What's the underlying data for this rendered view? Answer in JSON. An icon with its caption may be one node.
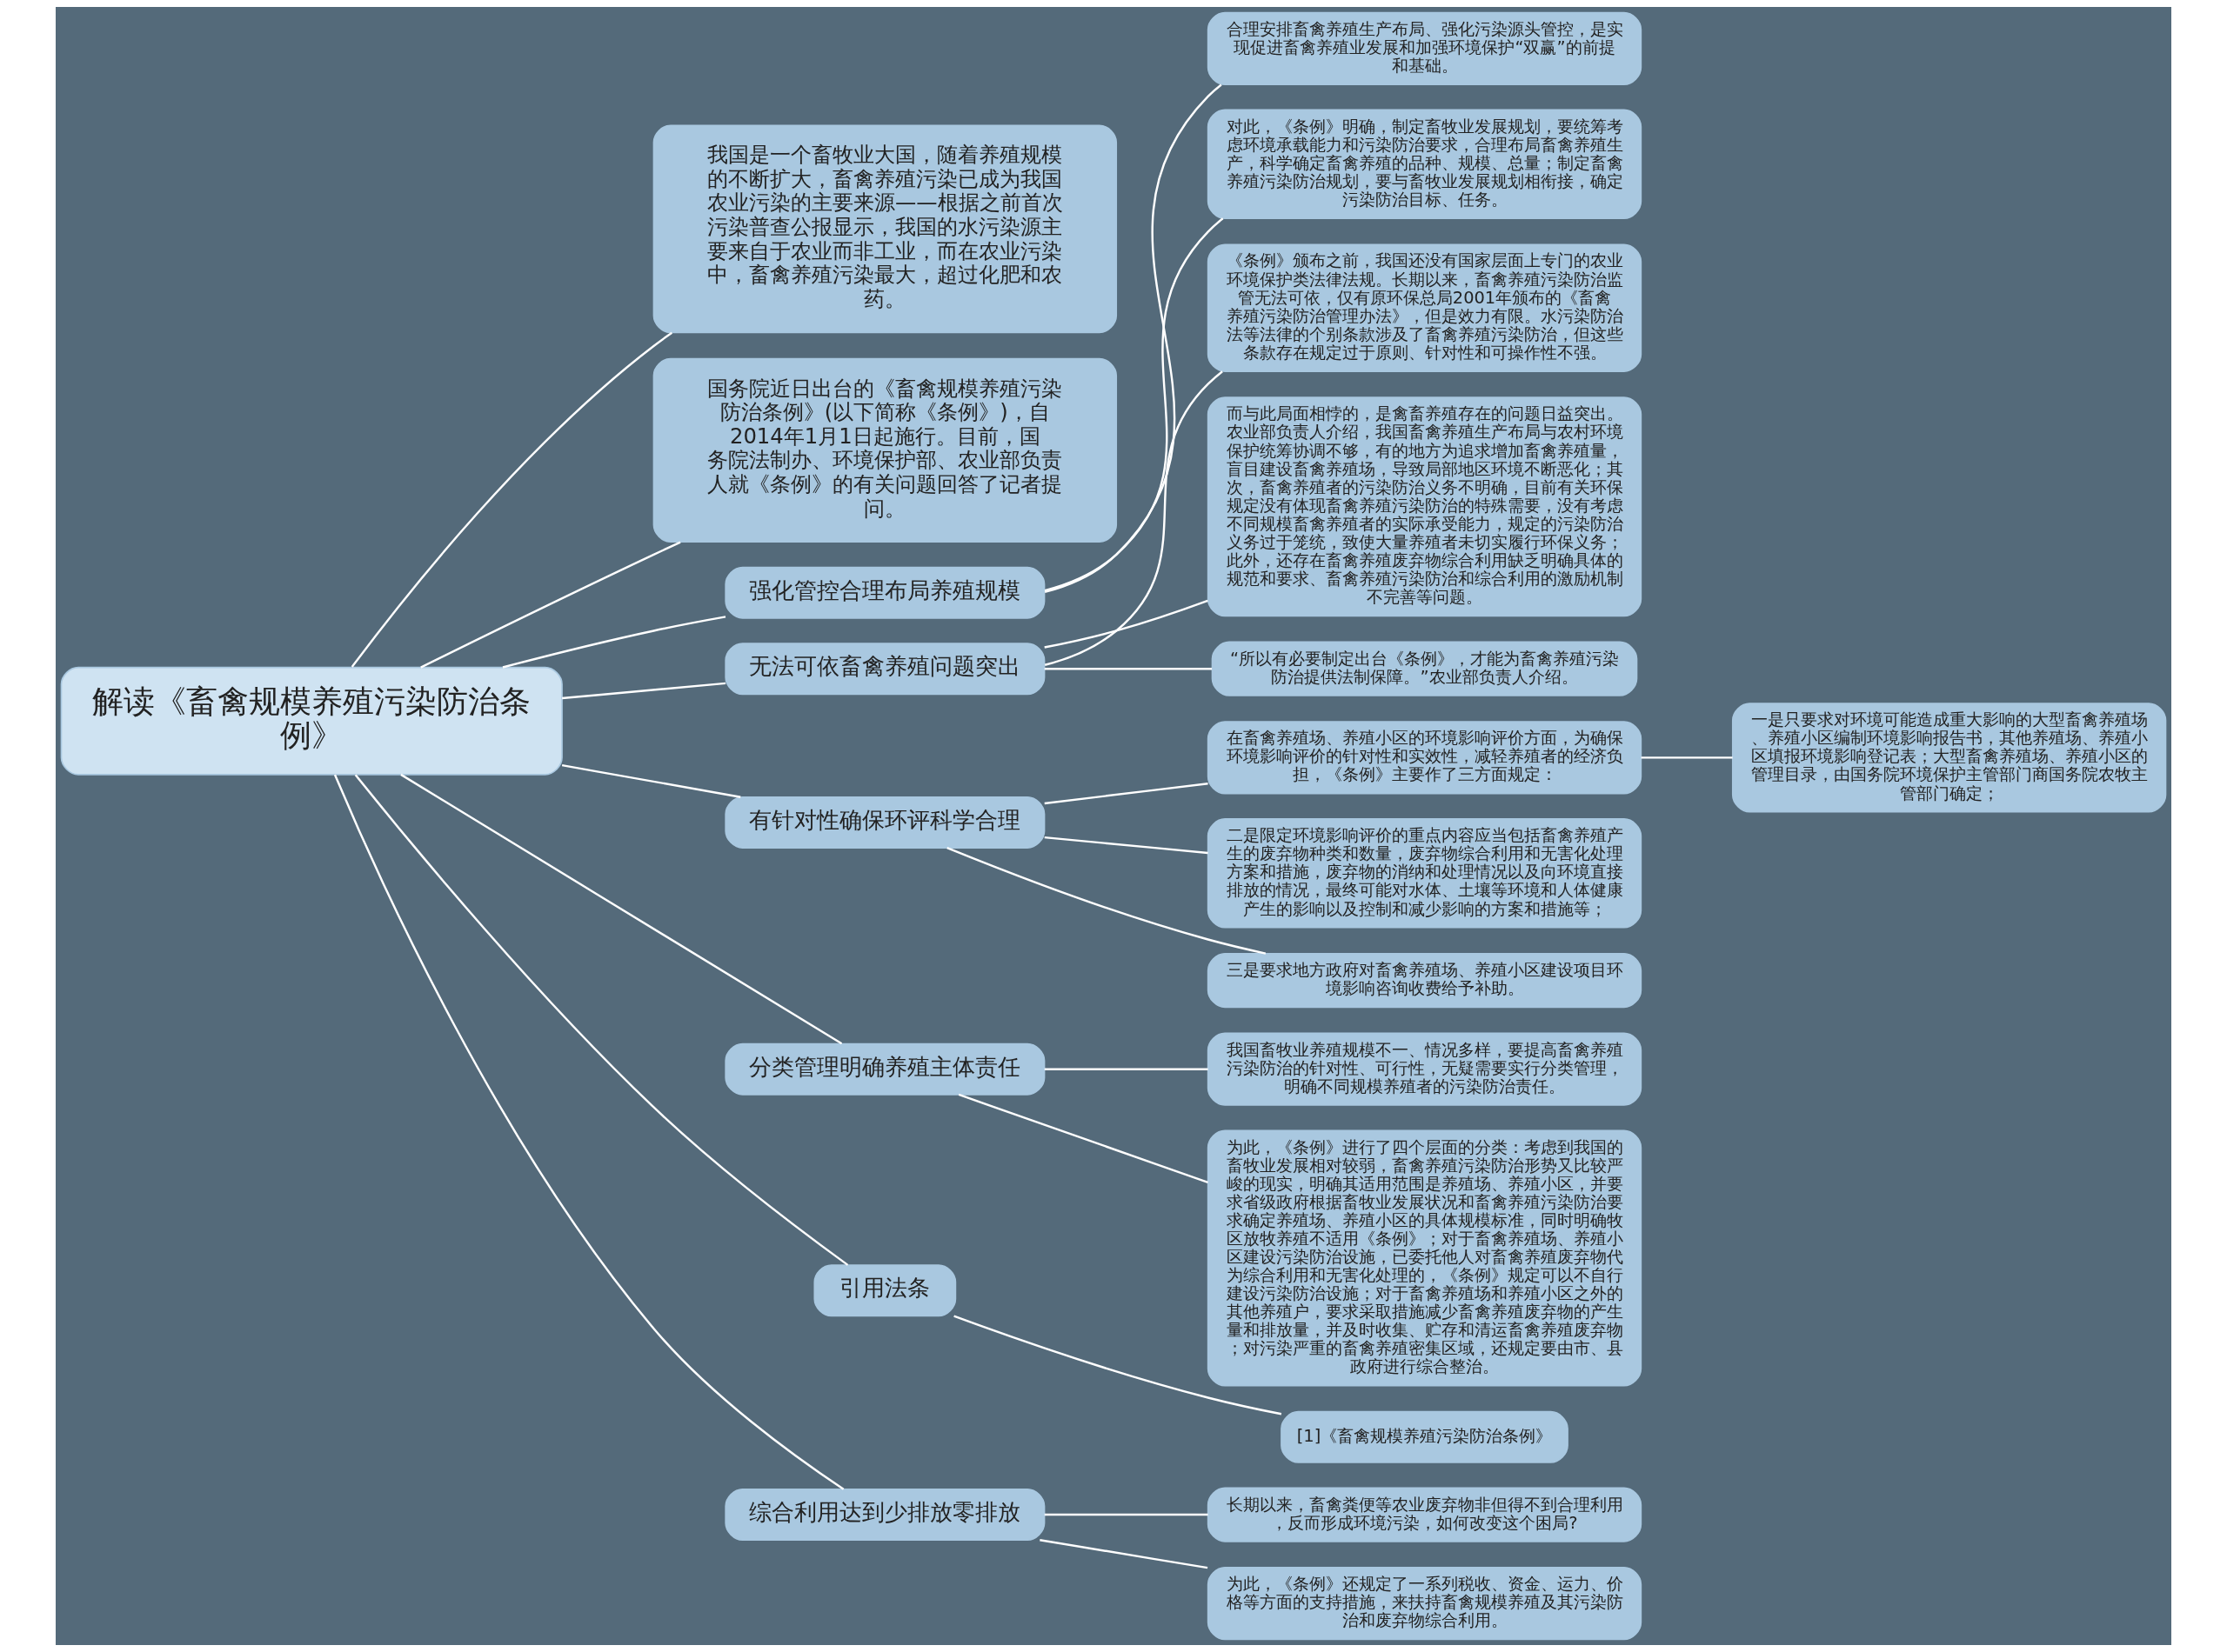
{
  "diagram": {
    "nodes": [
      {
        "text": [
          "解读《畜禽规模养殖污染防治条例》"
        ]
      },
      {
        "text": [
          "我国是一个畜牧业大国，随着养殖规模的不断扩大，畜禽养殖污染已成为我国农业污染的主要来源——根据之前首次污染普查公报显示，我国的水污染源主要来自于农业而非工业，而在农业污染中，畜禽养殖污染最大，超过化肥和农药。"
        ]
      },
      {
        "text": [
          "国务院近日出台的《畜禽规模养殖污染防治条例》(以下简称《条例》)，自2014年1月1日起施行。目前，国务院法制办、环境保护部、农业部负责人就《条例》的有关问题回答了记者提问。"
        ]
      },
      {
        "text": [
          "强化管控合理布局养殖规模"
        ]
      },
      {
        "text": [
          "合理安排畜禽养殖生产布局、强化污染源头管控，是实现促进畜禽养殖业发展和加强环境保护“双赢”的前提和基础。"
        ]
      },
      {
        "text": [
          "对此，《条例》明确，制定畜牧业发展规划，要统筹考虑环境承载能力和污染防治要求，合理布局畜禽养殖生产，科学确定畜禽养殖的品种、规模、总量；制定畜禽养殖污染防治规划，要与畜牧业发展规划相衔接，确定污染防治目标、任务。"
        ]
      },
      {
        "text": [
          "无法可依畜禽养殖问题突出"
        ]
      },
      {
        "text": [
          "《条例》颁布之前，我国还没有国家层面上专门的农业环境保护类法律法规。长期以来，畜禽养殖污染防治监管无法可依，仅有原环保总局2001年颁布的《畜禽养殖污染防治管理办法》，但是效力有限。水污染防治法等法律的个别条款涉及了畜禽养殖污染防治，但这些条款存在规定过于原则、针对性和可操作性不强。"
        ]
      },
      {
        "text": [
          "而与此局面相悖的，是禽畜养殖存在的问题日益突出。农业部负责人介绍，我国畜禽养殖生产布局与农村环境保护统筹协调不够，有的地方为追求增加畜禽养殖量，盲目建设畜禽养殖场，导致局部地区环境不断恶化；其次，畜禽养殖者的污染防治义务不明确，目前有关环保规定没有体现畜禽养殖污染防治的特殊需要，没有考虑不同规模畜禽养殖者的实际承受能力，规定的污染防治义务过于笼统，致使大量养殖者未切实履行环保义务；此外，还存在畜禽养殖废弃物综合利用缺乏明确具体的规范和要求、畜禽养殖污染防治和综合利用的激励机制不完善等问题。"
        ]
      },
      {
        "text": [
          "“所以有必要制定出台《条例》，才能为畜禽养殖污染防治提供法制保障。”农业部负责人介绍。"
        ]
      },
      {
        "text": [
          "有针对性确保环评科学合理"
        ]
      },
      {
        "text": [
          "在畜禽养殖场、养殖小区的环境影响评价方面，为确保环境影响评价的针对性和实效性，减轻养殖者的经济负担，《条例》主要作了三方面规定："
        ]
      },
      {
        "text": [
          "一是只要求对环境可能造成重大影响的大型畜禽养殖场、养殖小区编制环境影响报告书，其他养殖场、养殖小区填报环境影响登记表；大型畜禽养殖场、养殖小区的管理目录，由国务院环境保护主管部门商国务院农牧主管部门确定；"
        ]
      },
      {
        "text": [
          "二是限定环境影响评价的重点内容应当包括畜禽养殖产生的废弃物种类和数量，废弃物综合利用和无害化处理方案和措施，废弃物的消纳和处理情况以及向环境直接排放的情况，最终可能对水体、土壤等环境和人体健康产生的影响以及控制和减少影响的方案和措施等；"
        ]
      },
      {
        "text": [
          "三是要求地方政府对畜禽养殖场、养殖小区建设项目环境影响咨询收费给予补助。"
        ]
      },
      {
        "text": [
          "分类管理明确养殖主体责任"
        ]
      },
      {
        "text": [
          "我国畜牧业养殖规模不一、情况多样，要提高畜禽养殖污染防治的针对性、可行性，无疑需要实行分类管理，明确不同规模养殖者的污染防治责任。"
        ]
      },
      {
        "text": [
          "为此，《条例》进行了四个层面的分类：考虑到我国的畜牧业发展相对较弱，畜禽养殖污染防治形势又比较严峻的现实，明确其适用范围是养殖场、养殖小区，并要求省级政府根据畜牧业发展状况和畜禽养殖污染防治要求确定养殖场、养殖小区的具体规模标准，同时明确牧区放牧养殖不适用《条例》；对于畜禽养殖场、养殖小区建设污染防治设施，已委托他人对畜禽养殖废弃物代为综合利用和无害化处理的，《条例》规定可以不自行建设污染防治设施；对于畜禽养殖场和养殖小区之外的其他养殖户，要求采取措施减少畜禽养殖废弃物的产生量和排放量，并及时收集、贮存和清运畜禽养殖废弃物；对污染严重的畜禽养殖密集区域，还规定要由市、县政府进行综合整治。"
        ]
      },
      {
        "text": [
          "引用法条"
        ]
      },
      {
        "text": [
          "[1]《畜禽规模养殖污染防治条例》"
        ]
      },
      {
        "text": [
          "综合利用达到少排放零排放"
        ]
      },
      {
        "text": [
          "长期以来，畜禽粪便等农业废弃物非但得不到合理利用，反而形成环境污染，如何改变这个困局?"
        ]
      },
      {
        "text": [
          "为此，《条例》还规定了一系列税收、资金、运力、价格等方面的支持措施，来扶持畜禽规模养殖及其污染防治和废弃物综合利用。"
        ]
      }
    ],
    "edges": [
      {
        "from": 0,
        "to": 1,
        "arrow": "none"
      },
      {
        "from": 0,
        "to": 2,
        "arrow": "none"
      },
      {
        "from": 0,
        "to": 3,
        "arrow": "none"
      },
      {
        "from": 3,
        "to": 4,
        "arrow": "none"
      },
      {
        "from": 3,
        "to": 5,
        "arrow": "none"
      },
      {
        "from": 0,
        "to": 6,
        "arrow": "none"
      },
      {
        "from": 6,
        "to": 7,
        "arrow": "none"
      },
      {
        "from": 6,
        "to": 8,
        "arrow": "none"
      },
      {
        "from": 6,
        "to": 9,
        "arrow": "none"
      },
      {
        "from": 0,
        "to": 10,
        "arrow": "none"
      },
      {
        "from": 10,
        "to": 11,
        "arrow": "none"
      },
      {
        "from": 11,
        "to": 12,
        "arrow": "none"
      },
      {
        "from": 10,
        "to": 13,
        "arrow": "none"
      },
      {
        "from": 10,
        "to": 14,
        "arrow": "none"
      },
      {
        "from": 0,
        "to": 15,
        "arrow": "none"
      },
      {
        "from": 15,
        "to": 16,
        "arrow": "none"
      },
      {
        "from": 15,
        "to": 17,
        "arrow": "none"
      },
      {
        "from": 0,
        "to": 18,
        "arrow": "none"
      },
      {
        "from": 18,
        "to": 19,
        "arrow": "none"
      },
      {
        "from": 0,
        "to": 20,
        "arrow": "none"
      },
      {
        "from": 20,
        "to": 21,
        "arrow": "none"
      },
      {
        "from": 20,
        "to": 22,
        "arrow": "none"
      }
    ]
  }
}
